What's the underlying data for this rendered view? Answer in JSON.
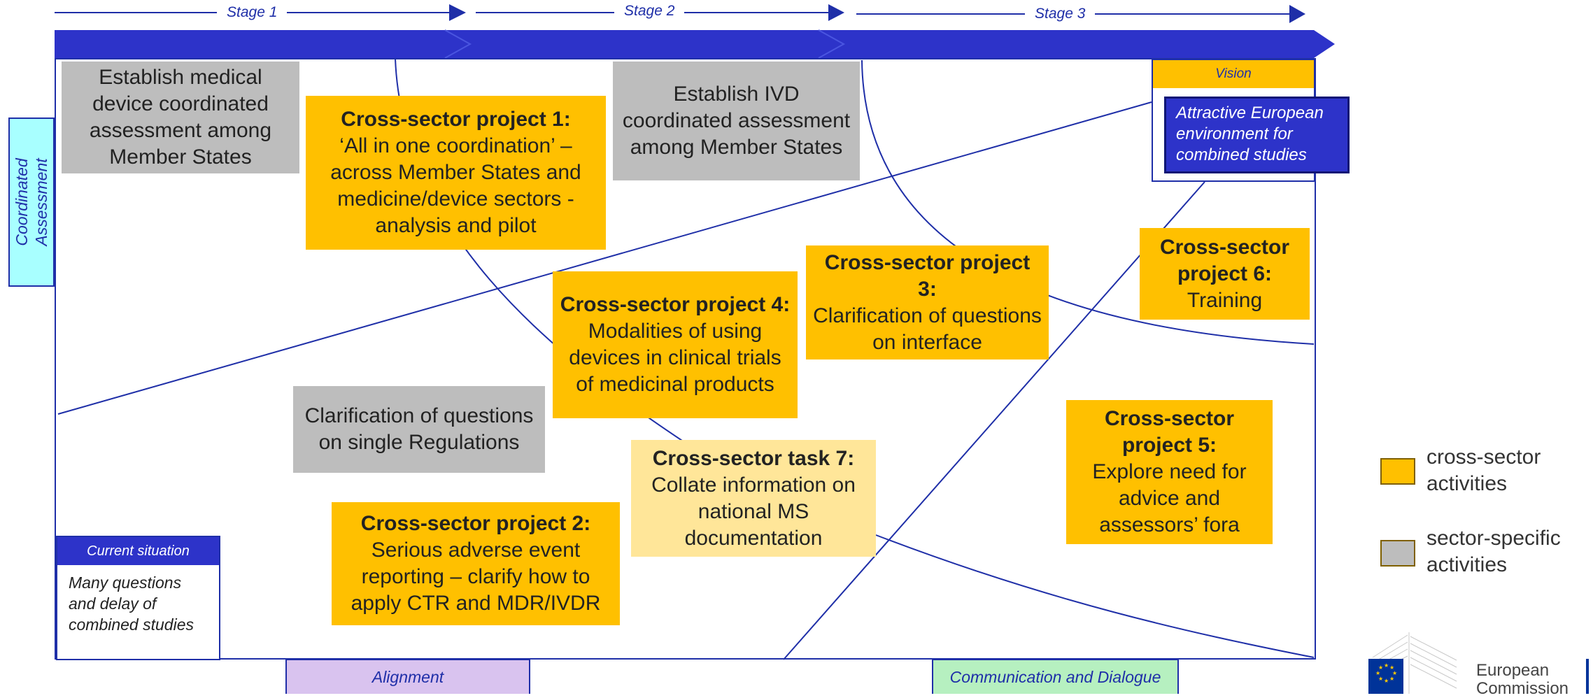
{
  "stages": [
    "Stage 1",
    "Stage 2",
    "Stage 3"
  ],
  "side_label": "Coordinated\nAssessment",
  "vision": {
    "header": "Vision",
    "text": "Attractive European environment for combined studies"
  },
  "current": {
    "header": "Current situation",
    "text": "Many questions and delay of combined studies"
  },
  "boxes": {
    "md_assessment": "Establish medical device coordinated assessment among Member States",
    "ivd_assessment": "Establish IVD coordinated assessment among Member States",
    "single_regs": "Clarification of questions on single Regulations",
    "p1_title": "Cross-sector project 1:",
    "p1_text": "‘All in one coordination’ – across Member States and medicine/device sectors - analysis and pilot",
    "p2_title": "Cross-sector project 2:",
    "p2_text": "Serious adverse event reporting – clarify how to apply CTR and MDR/IVDR",
    "p3_title": "Cross-sector project 3:",
    "p3_text": "Clarification of questions on interface",
    "p4_title": "Cross-sector project 4:",
    "p4_text": "Modalities of using devices in clinical trials of medicinal products",
    "p5_title": "Cross-sector project 5:",
    "p5_text": "Explore need for advice and assessors’ fora",
    "p6_title": "Cross-sector project 6:",
    "p6_text": "Training",
    "t7_title": "Cross-sector task 7:",
    "t7_text": "Collate information on national MS documentation"
  },
  "bottom_tabs": [
    "Alignment",
    "Communication and Dialogue"
  ],
  "legend": [
    {
      "label": "cross-sector activities",
      "color": "#ffc000"
    },
    {
      "label": "sector-specific activities",
      "color": "#bdbdbd"
    }
  ],
  "logo": {
    "line1": "European",
    "line2": "Commission"
  },
  "colors": {
    "blue": "#2d33c9",
    "gold": "#ffc000",
    "gray": "#bdbdbd"
  }
}
